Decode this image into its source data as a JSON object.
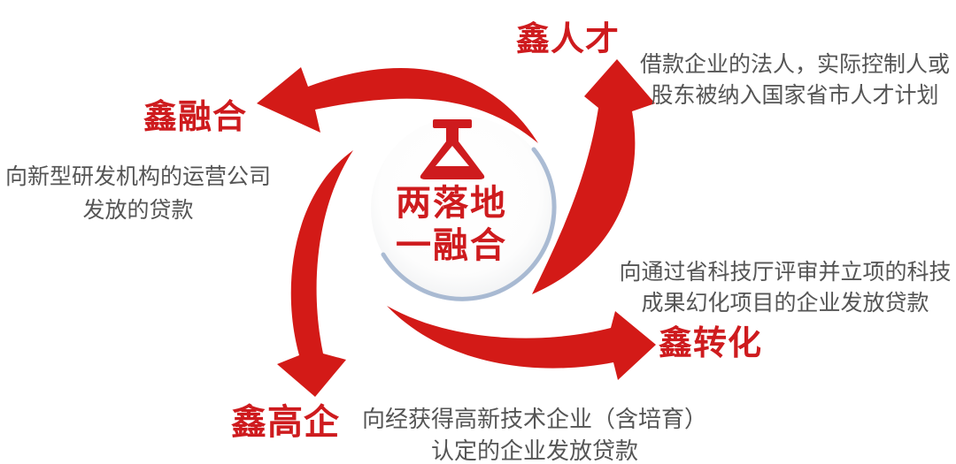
{
  "diagram": {
    "type": "pinwheel-cycle-diagram",
    "center": {
      "icon": "flask-icon",
      "line1": "两落地",
      "line2": "一融合"
    },
    "nodes": [
      {
        "id": "rencai",
        "position": "top-right",
        "title": "鑫人才",
        "desc_line1": "借款企业的法人，实际控制人或",
        "desc_line2": "股东被纳入国家省市人才计划"
      },
      {
        "id": "ronghe",
        "position": "left",
        "title": "鑫融合",
        "desc_line1": "向新型研发机构的运营公司",
        "desc_line2": "发放的贷款"
      },
      {
        "id": "zhuanhua",
        "position": "right",
        "title": "鑫转化",
        "desc_line1": "向通过省科技厅评审并立项的科技",
        "desc_line2": "成果幻化项目的企业发放贷款"
      },
      {
        "id": "gaoqi",
        "position": "bottom",
        "title": "鑫高企",
        "desc_line1": "向经获得高新技术企业（含培育）",
        "desc_line2": "认定的企业发放贷款"
      }
    ],
    "icons": [
      "flask-icon",
      "curved-arrow-icon"
    ]
  },
  "colors": {
    "red": "#CE1B1E",
    "arrow_red": "#D31A17",
    "text_gray": "#555555",
    "circle_edge_blue": "#96ABC9"
  }
}
